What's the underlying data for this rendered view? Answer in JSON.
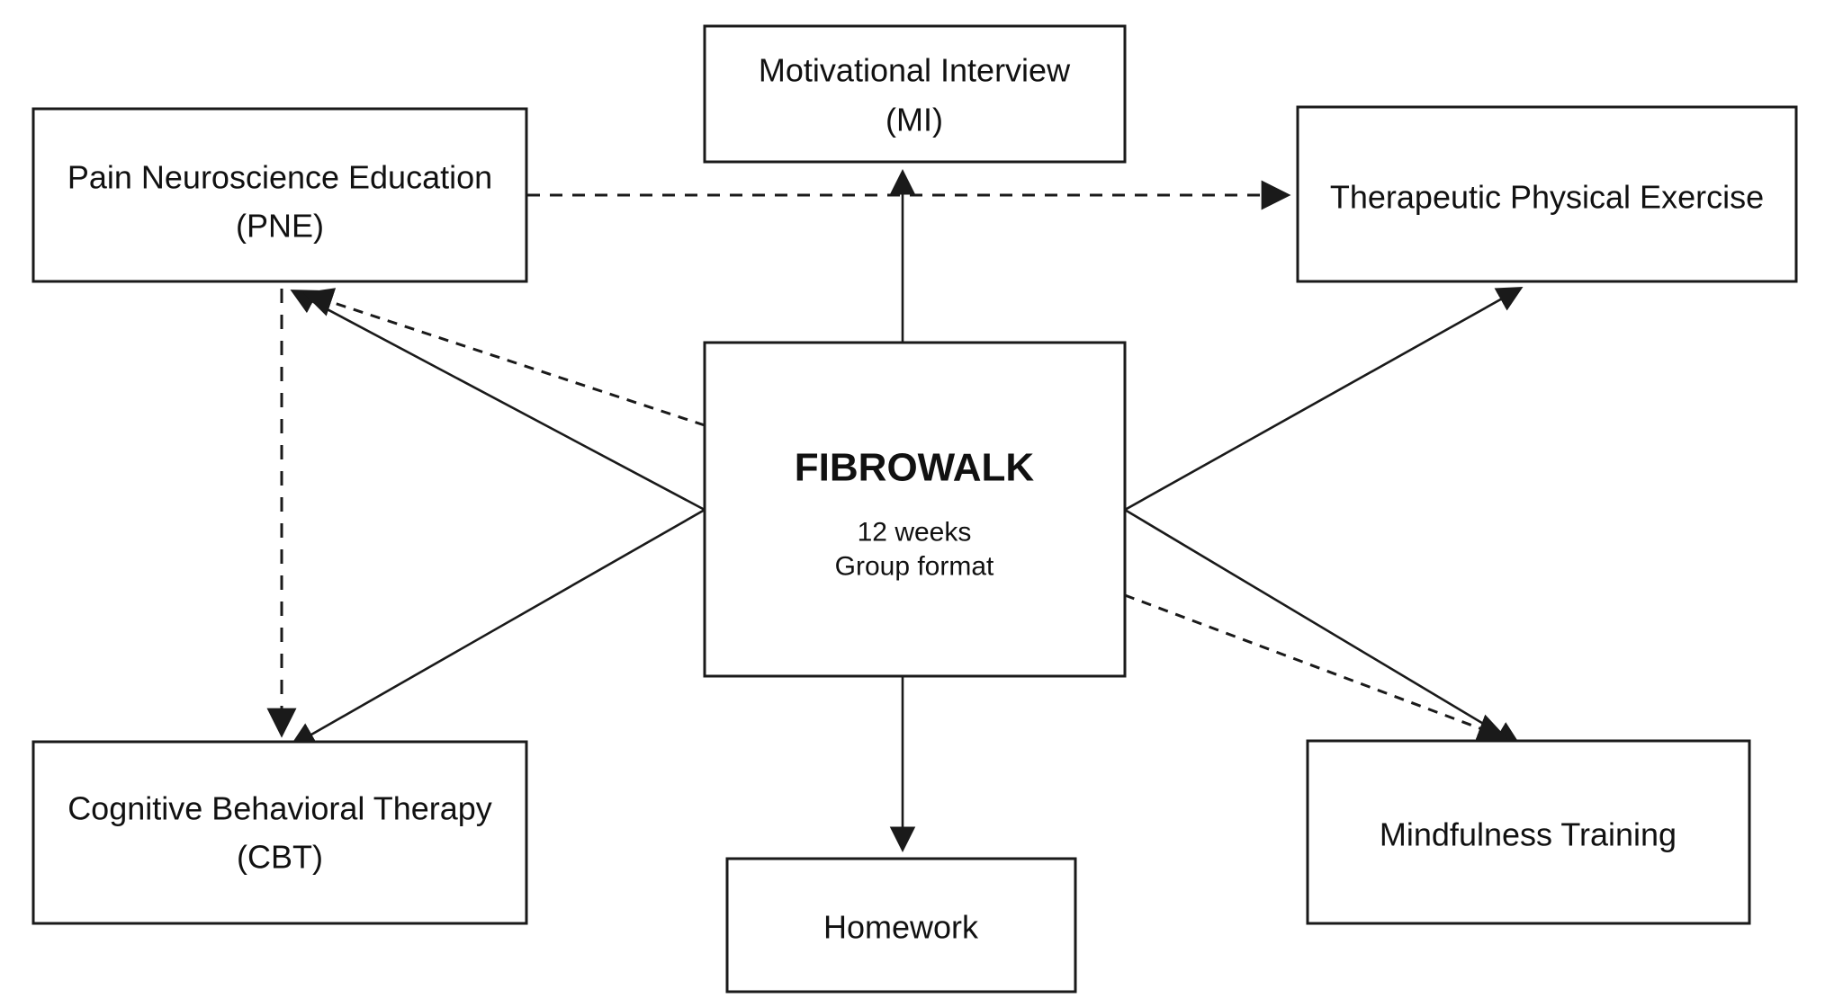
{
  "diagram": {
    "name": "FIBROWALK multicomponent intervention diagram",
    "background_color": "#ffffff",
    "line_color": "#1a1a1a",
    "box_fill": "#ffffff"
  },
  "boxes": {
    "mi": {
      "lines": [
        "Motivational Interview",
        "(MI)"
      ]
    },
    "pne": {
      "lines": [
        "Pain Neuroscience Education",
        "(PNE)"
      ]
    },
    "tpe": {
      "label": "Therapeutic Physical Exercise"
    },
    "fibrowalk": {
      "title": "FIBROWALK",
      "subtitle1": "12 weeks",
      "subtitle2": "Group format"
    },
    "cbt": {
      "lines": [
        "Cognitive Behavioral Therapy",
        "(CBT)"
      ]
    },
    "mindfulness": {
      "label": "Mindfulness Training"
    },
    "homework": {
      "label": "Homework"
    }
  },
  "edges": [
    {
      "from": "FIBROWALK",
      "to": "Motivational Interview (MI)",
      "style": "solid",
      "arrowhead": "to"
    },
    {
      "from": "FIBROWALK",
      "to": "Homework",
      "style": "solid",
      "arrowhead": "to"
    },
    {
      "from": "FIBROWALK",
      "to": "Pain Neuroscience Education (PNE)",
      "style": "solid",
      "arrowhead": "to"
    },
    {
      "from": "FIBROWALK",
      "to": "Pain Neuroscience Education (PNE)",
      "style": "dashed",
      "arrowhead": "to"
    },
    {
      "from": "FIBROWALK",
      "to": "Cognitive Behavioral Therapy (CBT)",
      "style": "solid",
      "arrowhead": "to"
    },
    {
      "from": "FIBROWALK",
      "to": "Therapeutic Physical Exercise",
      "style": "solid",
      "arrowhead": "to"
    },
    {
      "from": "FIBROWALK",
      "to": "Mindfulness Training",
      "style": "solid",
      "arrowhead": "to"
    },
    {
      "from": "FIBROWALK",
      "to": "Mindfulness Training",
      "style": "dashed",
      "arrowhead": "to"
    },
    {
      "from": "Pain Neuroscience Education (PNE)",
      "to": "Therapeutic Physical Exercise",
      "style": "dashed",
      "arrowhead": "to"
    },
    {
      "from": "Pain Neuroscience Education (PNE)",
      "to": "Cognitive Behavioral Therapy (CBT)",
      "style": "dashed",
      "arrowhead": "to"
    }
  ]
}
